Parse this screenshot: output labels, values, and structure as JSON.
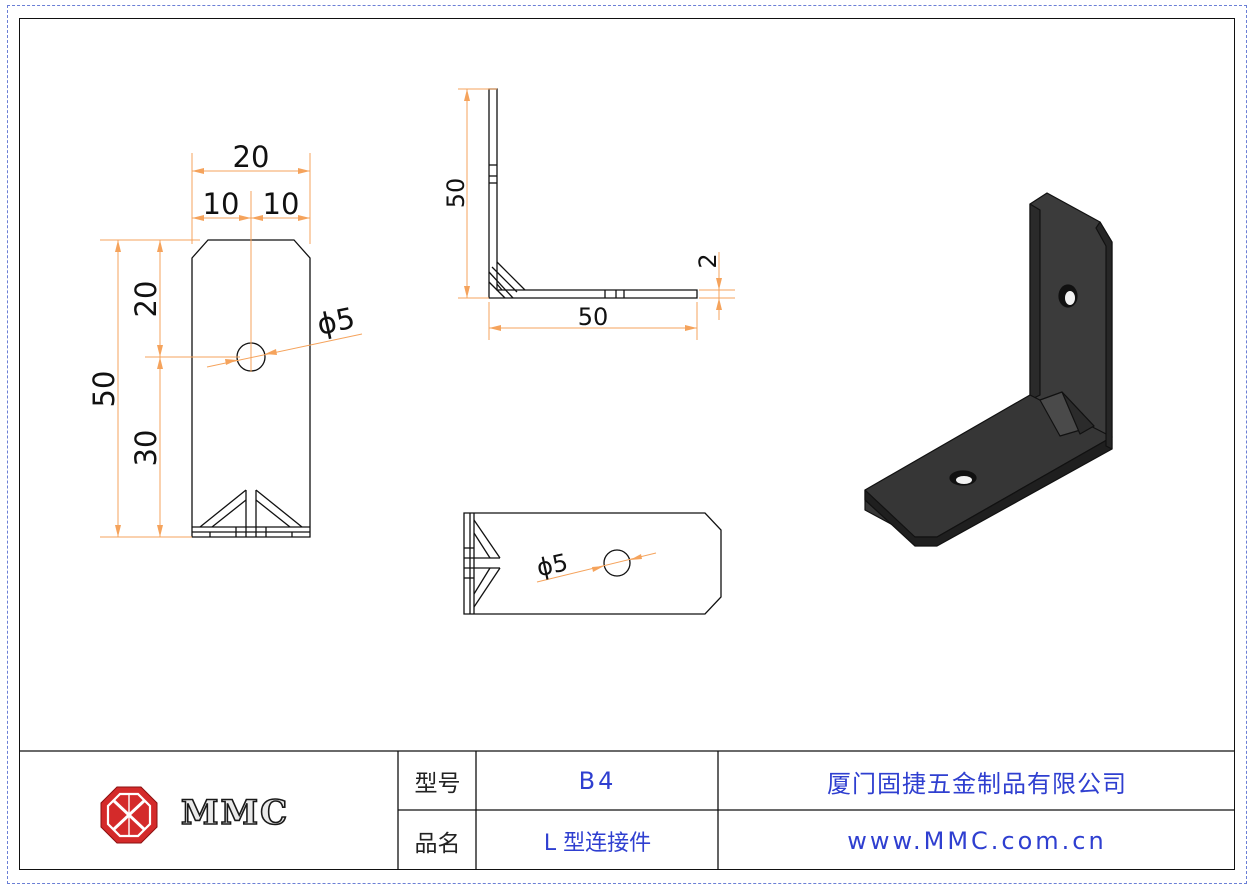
{
  "drawing": {
    "front_view": {
      "dims": {
        "overall_width": "20",
        "half_left": "10",
        "half_right": "10",
        "overall_height": "50",
        "upper": "20",
        "lower": "30",
        "hole": "ϕ5"
      }
    },
    "side_view": {
      "dims": {
        "height": "50",
        "length": "50",
        "thickness": "2"
      }
    },
    "bottom_view": {
      "dims": {
        "hole": "ϕ5"
      }
    }
  },
  "title_block": {
    "logo_text": "MMC",
    "model_label": "型号",
    "model_value": "B4",
    "name_label": "品名",
    "name_value": "L 型连接件",
    "company": "厦门固捷五金制品有限公司",
    "website": "www.MMC.com.cn"
  },
  "colors": {
    "dimension": "#f5a35c",
    "frame": "#111111",
    "title_blue": "#2f3fd0",
    "border_dashed": "#6b7fd6",
    "part_dark": "#333333",
    "logo_red": "#d42a2a"
  }
}
